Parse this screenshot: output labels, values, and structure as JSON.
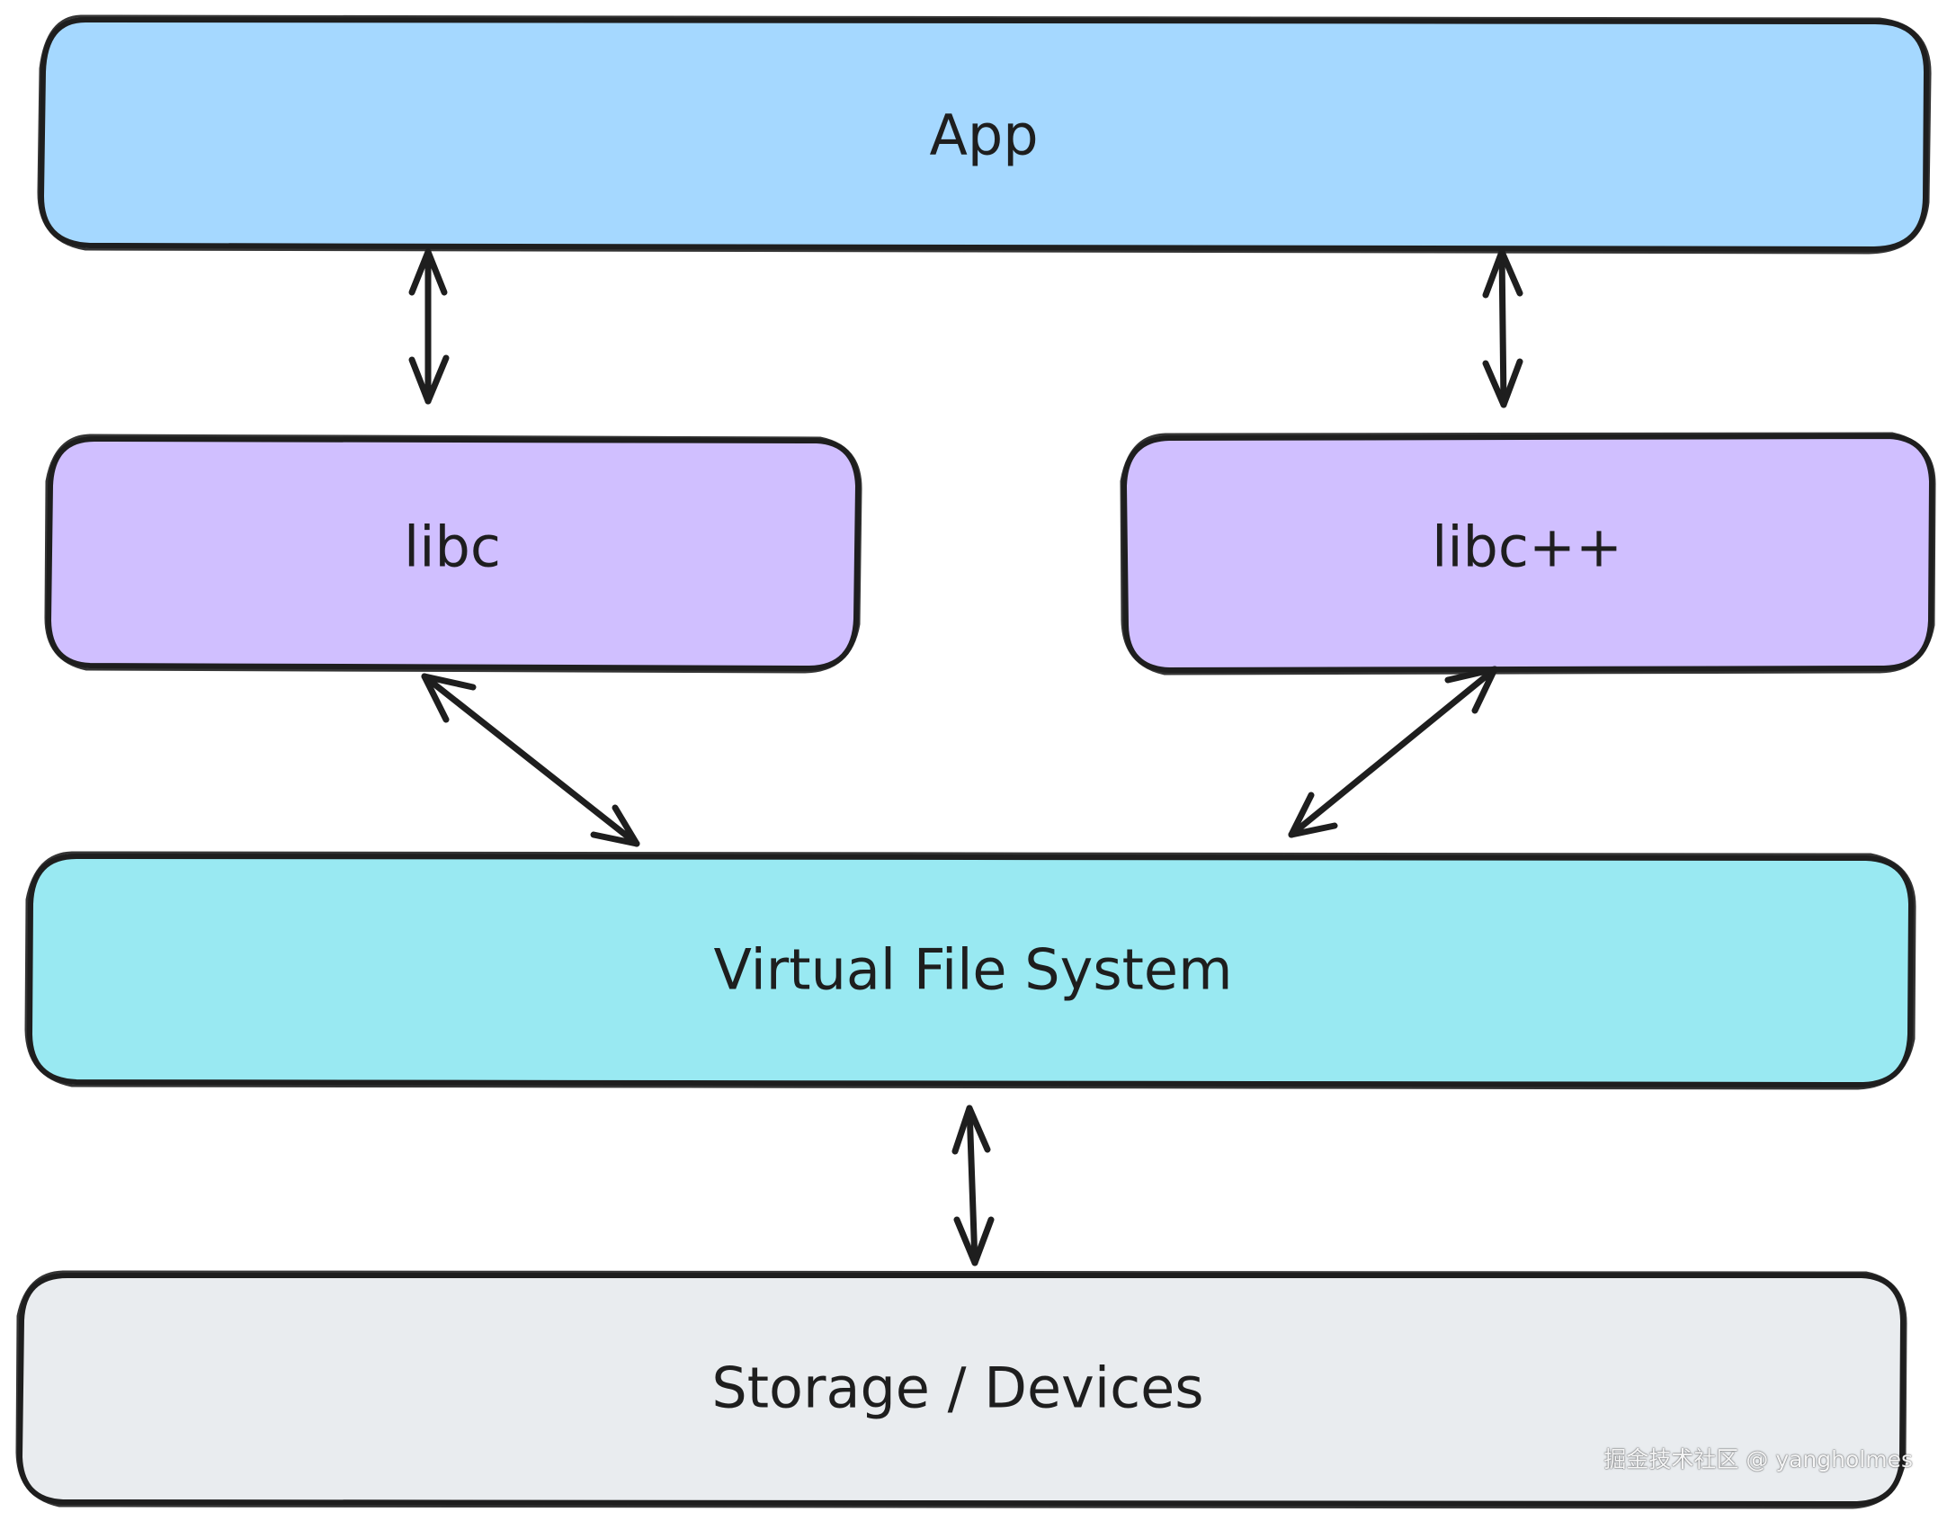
{
  "boxes": {
    "app": {
      "label": "App",
      "fill": "#a5d8ff"
    },
    "libc": {
      "label": "libc",
      "fill": "#d0bfff"
    },
    "libcpp": {
      "label": "libc++",
      "fill": "#d0bfff"
    },
    "vfs": {
      "label": "Virtual File System",
      "fill": "#99e9f2"
    },
    "storage": {
      "label": "Storage / Devices",
      "fill": "#e9ecef"
    }
  },
  "connections": [
    {
      "from": "app",
      "to": "libc",
      "direction": "bidirectional"
    },
    {
      "from": "app",
      "to": "libcpp",
      "direction": "bidirectional"
    },
    {
      "from": "libc",
      "to": "vfs",
      "direction": "bidirectional"
    },
    {
      "from": "libcpp",
      "to": "vfs",
      "direction": "bidirectional"
    },
    {
      "from": "vfs",
      "to": "storage",
      "direction": "bidirectional"
    }
  ],
  "stroke_color": "#1e1e1e",
  "watermark": "掘金技术社区 @ yangholmes"
}
